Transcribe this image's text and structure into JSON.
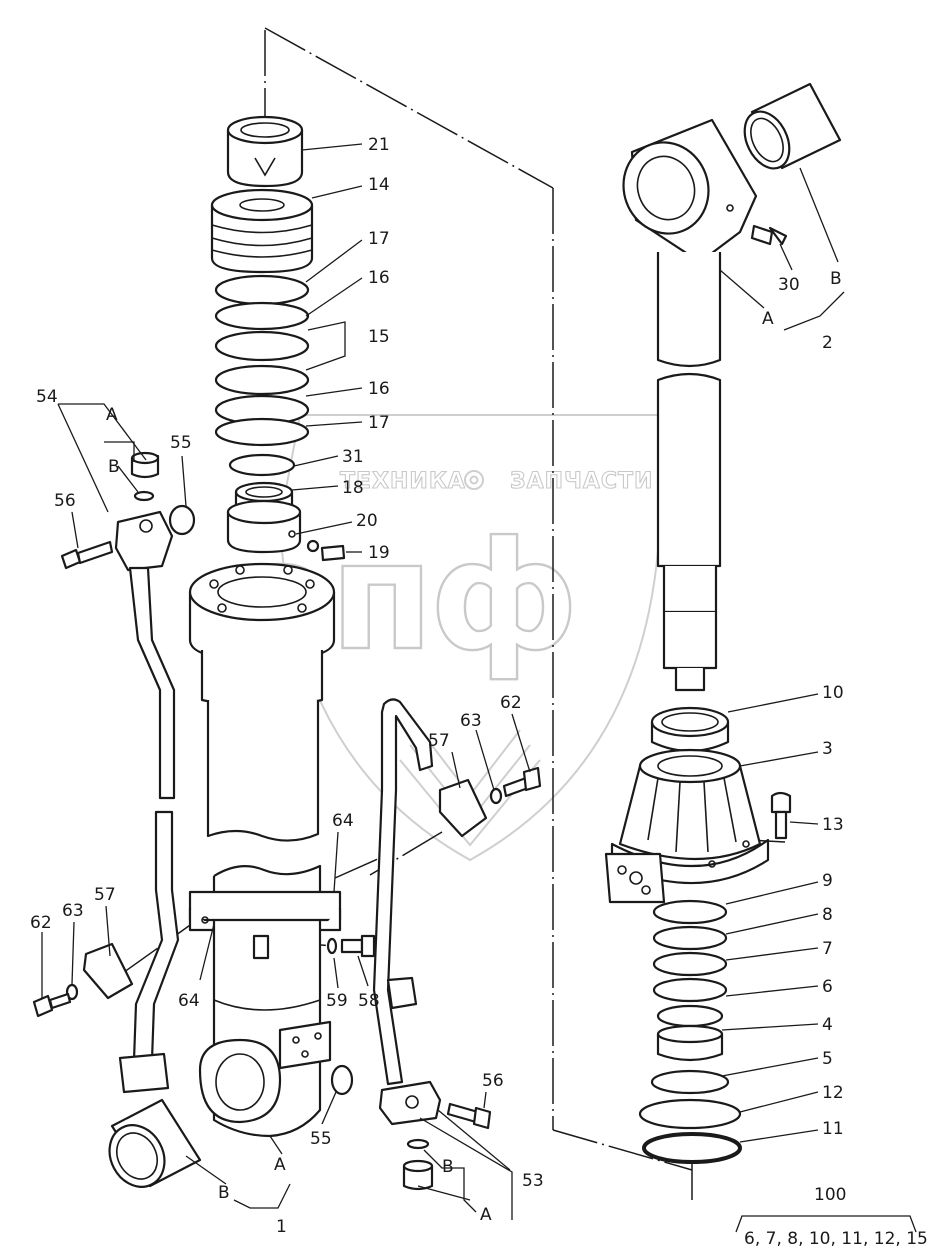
{
  "watermark": {
    "left_word": "ТЕХНИКА",
    "right_word": "ЗАПЧАСТИ",
    "logo": "эпф",
    "color": "#c9c9c9"
  },
  "labels": {
    "l21": "21",
    "l14": "14",
    "l17a": "17",
    "l16a": "16",
    "l15": "15",
    "l16b": "16",
    "l17b": "17",
    "l31": "31",
    "l18": "18",
    "l20": "20",
    "l19": "19",
    "l54": "54",
    "l55a": "55",
    "l56a": "56",
    "l57a": "57",
    "l63a": "63",
    "l62a": "62",
    "l64a": "64",
    "l64b": "64",
    "l59": "59",
    "l58": "58",
    "l55b": "55",
    "l57b": "57",
    "l63b": "63",
    "l62b": "62",
    "l56b": "56",
    "l53": "53",
    "l30": "30",
    "l2": "2",
    "l10": "10",
    "l3": "3",
    "l13": "13",
    "l9": "9",
    "l8": "8",
    "l7": "7",
    "l6": "6",
    "l4": "4",
    "l5": "5",
    "l12": "12",
    "l11": "11",
    "l1": "1",
    "l100": "100",
    "l100_list": "6, 7, 8, 10, 11, 12, 15",
    "letters": {
      "a_top_left": "A",
      "b_top_left": "B",
      "a_rod": "A",
      "b_rod": "B",
      "a_tube": "A",
      "b_tube": "B",
      "b_bottom": "B",
      "a_bottom": "A"
    }
  }
}
